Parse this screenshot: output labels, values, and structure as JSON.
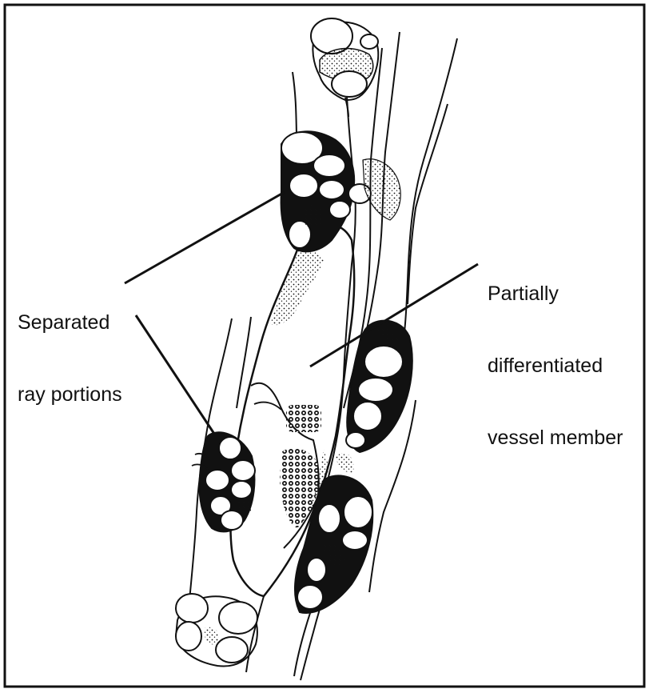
{
  "figure": {
    "labels": {
      "separated_ray_portions": [
        "Separated",
        "ray portions"
      ],
      "partially_differentiated_vessel_member": [
        "Partially",
        "differentiated",
        "vessel member"
      ]
    }
  }
}
